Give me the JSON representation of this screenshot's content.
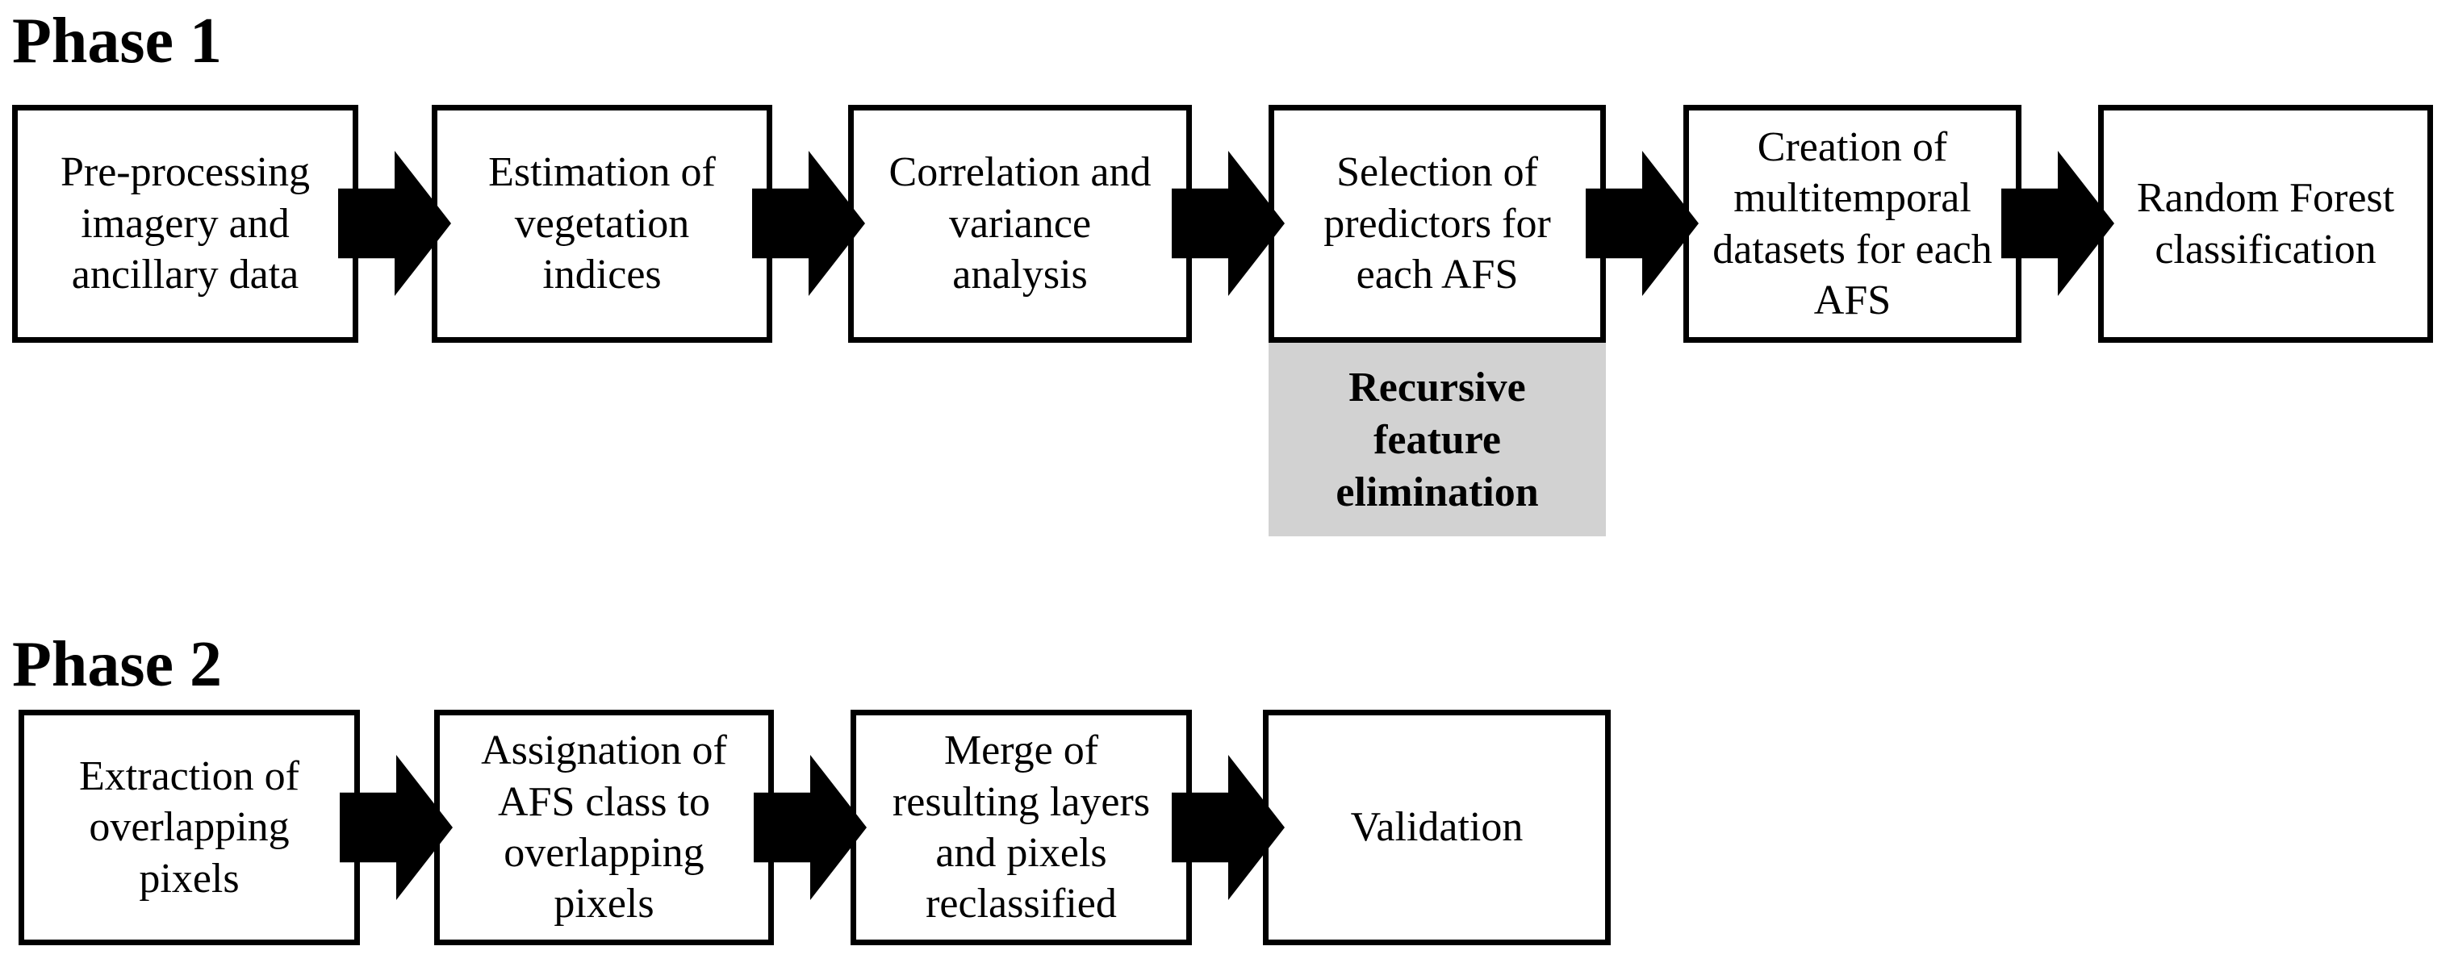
{
  "colors": {
    "background": "#ffffff",
    "box_fill": "#ffffff",
    "box_border": "#000000",
    "arrow": "#000000",
    "highlight_fill": "#d2d2d2",
    "text": "#000000"
  },
  "phase1": {
    "title": "Phase 1",
    "steps": [
      "Pre-processing\nimagery and\nancillary data",
      "Estimation of\nvegetation\nindices",
      "Correlation and\nvariance\nanalysis",
      "Selection of\npredictors for\neach AFS",
      "Creation of\nmultitemporal\ndatasets for each\nAFS",
      "Random Forest\nclassification"
    ],
    "note": "Recursive\nfeature\nelimination"
  },
  "phase2": {
    "title": "Phase 2",
    "steps": [
      "Extraction of\noverlapping\npixels",
      "Assignation of\nAFS class to\noverlapping\npixels",
      "Merge of\nresulting layers\nand pixels\nreclassified",
      "Validation"
    ]
  }
}
